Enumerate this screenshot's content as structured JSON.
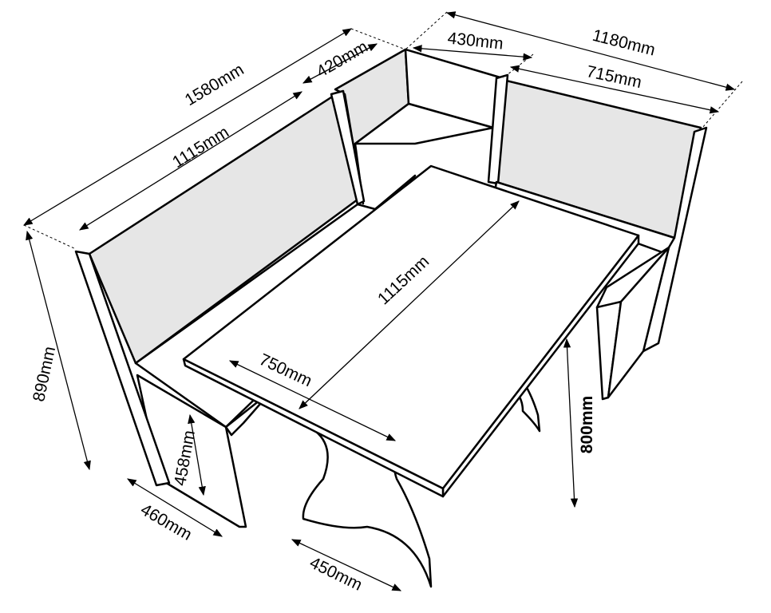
{
  "title": "Corner bench dining set dimensions",
  "dimensions": {
    "overall_left_length": "1580mm",
    "left_backrest_length": "1115mm",
    "corner_depth_left": "420mm",
    "corner_depth_right": "430mm",
    "overall_right_length": "1180mm",
    "right_backrest_length": "715mm",
    "table_length": "1115mm",
    "table_width": "750mm",
    "bench_height": "890mm",
    "seat_height": "458mm",
    "bench_depth": "460mm",
    "table_base_width": "450mm",
    "table_height": "800mm"
  }
}
